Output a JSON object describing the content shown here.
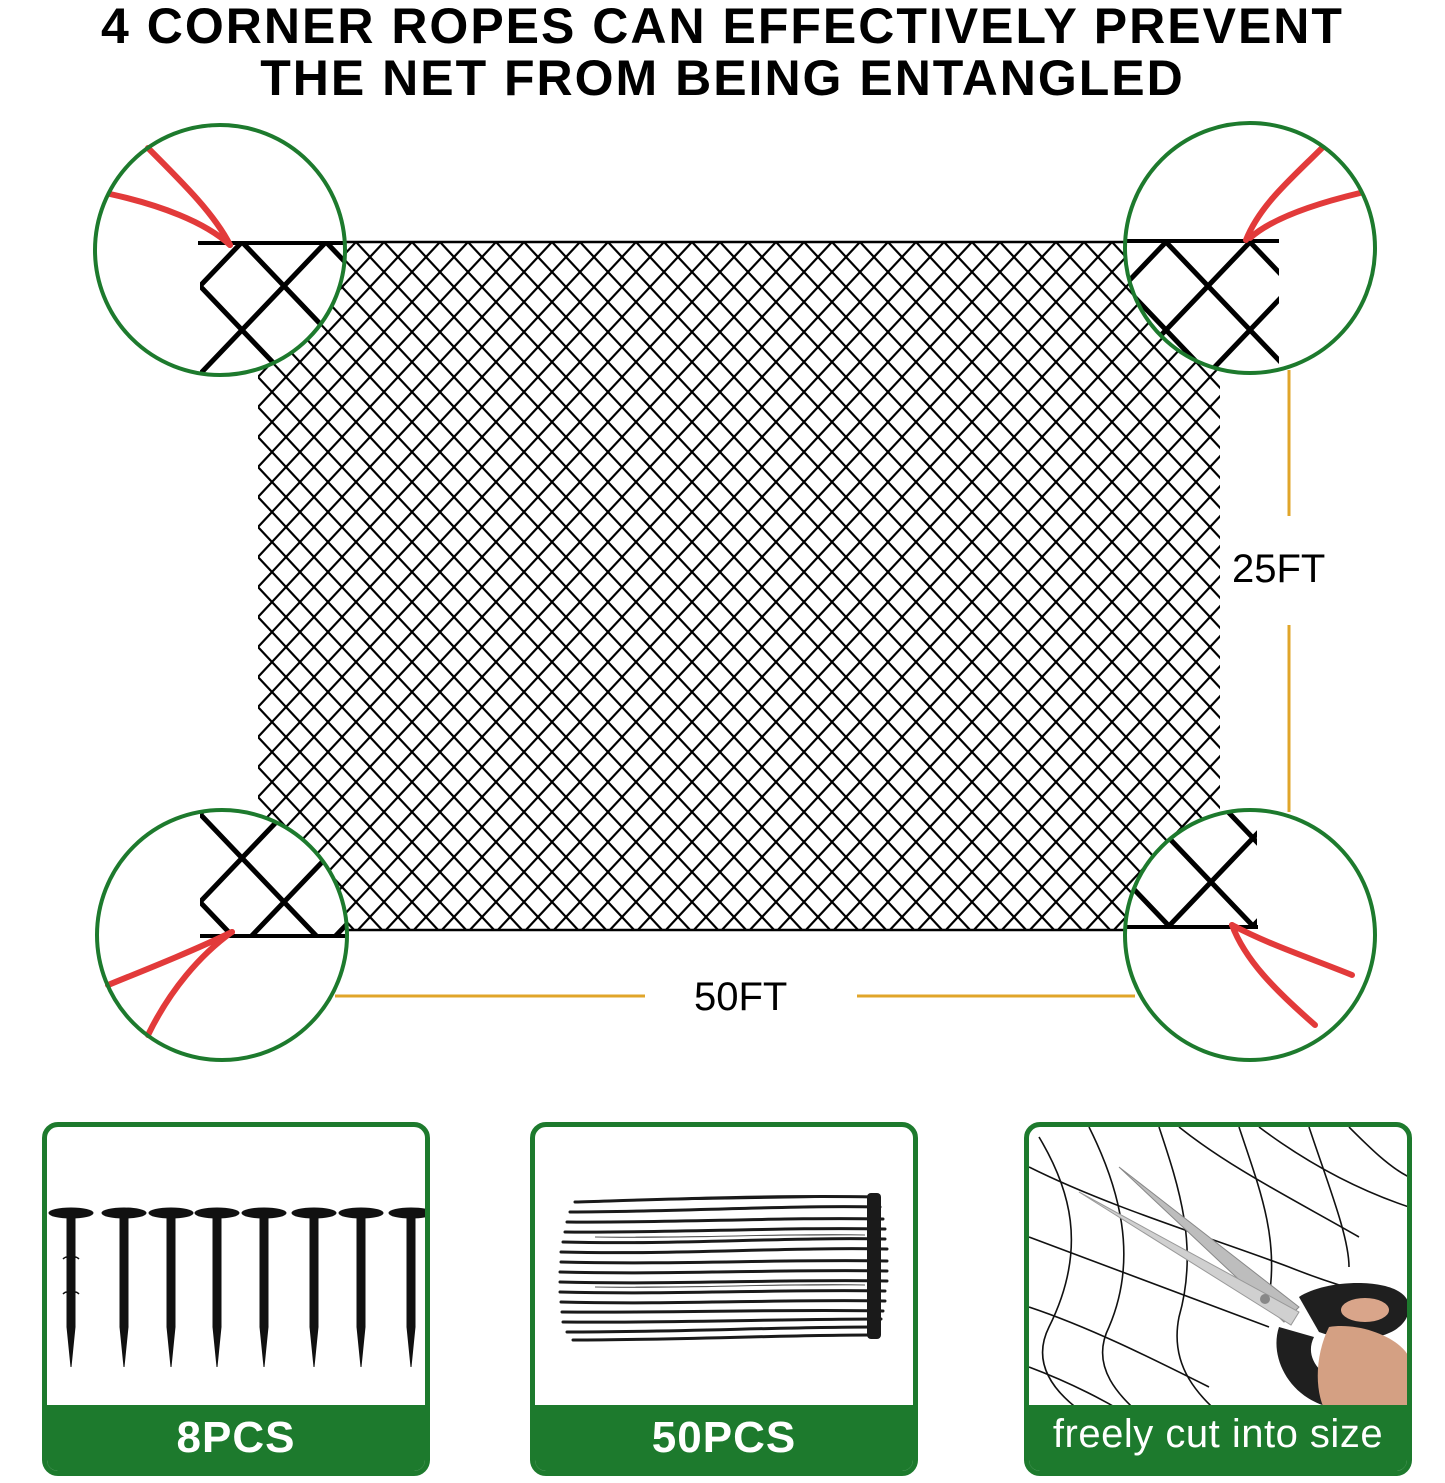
{
  "headline": {
    "line1": "4 CORNER ROPES CAN EFFECTIVELY PREVENT",
    "line2": "THE NET FROM BEING ENTANGLED"
  },
  "diagram": {
    "width_label": "50FT",
    "height_label": "25FT",
    "colors": {
      "circle": "#1d7a2d",
      "rope": "#e23a3a",
      "dimension_line": "#e0a52a",
      "mesh": "#000000"
    },
    "corner_callouts": [
      {
        "position": "top-left"
      },
      {
        "position": "top-right"
      },
      {
        "position": "bottom-left"
      },
      {
        "position": "bottom-right"
      }
    ]
  },
  "cards": [
    {
      "label": "8PCS",
      "content": "ground-stakes",
      "count": 8
    },
    {
      "label": "50PCS",
      "content": "cable-ties",
      "count": 50
    },
    {
      "label": "freely cut into size",
      "content": "scissors-cutting-net"
    }
  ],
  "colors": {
    "brand_green": "#1d7a2d",
    "text": "#000000",
    "band_text": "#ffffff"
  }
}
